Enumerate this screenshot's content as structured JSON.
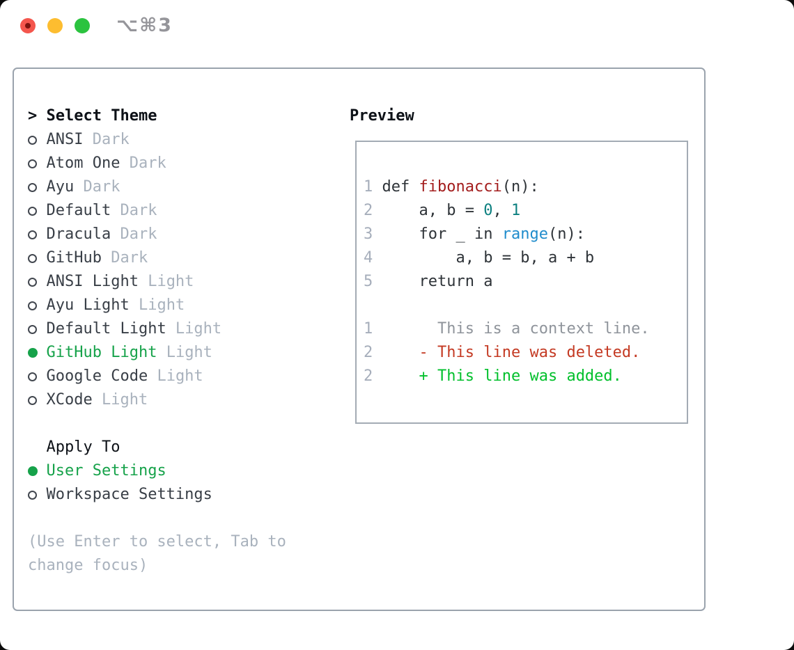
{
  "titlebar": {
    "title": "⌥⌘3"
  },
  "colors": {
    "accent_green": "#16a24a",
    "item_text": "#383e46",
    "tag_gray": "#a9b2bd",
    "hint_gray": "#a9b2bd",
    "code_text": "#2e3338",
    "function_red": "#a31d1d",
    "builtin_blue": "#1f8ccc",
    "number_teal": "#0d8080",
    "line_number": "#a6aebb",
    "context_gray": "#8f949b",
    "deleted_red": "#c43a23",
    "added_green": "#02c02c",
    "traffic_red": "#f4564d",
    "traffic_yellow": "#fdbd30",
    "traffic_green": "#2bc33f"
  },
  "theme_selector": {
    "header": "Select Theme",
    "items": [
      {
        "label": "ANSI",
        "tag": "Dark",
        "selected": false
      },
      {
        "label": "Atom One",
        "tag": "Dark",
        "selected": false
      },
      {
        "label": "Ayu",
        "tag": "Dark",
        "selected": false
      },
      {
        "label": "Default",
        "tag": "Dark",
        "selected": false
      },
      {
        "label": "Dracula",
        "tag": "Dark",
        "selected": false
      },
      {
        "label": "GitHub",
        "tag": "Dark",
        "selected": false
      },
      {
        "label": "ANSI Light",
        "tag": "Light",
        "selected": false
      },
      {
        "label": "Ayu Light",
        "tag": "Light",
        "selected": false
      },
      {
        "label": "Default Light",
        "tag": "Light",
        "selected": false
      },
      {
        "label": "GitHub Light",
        "tag": "Light",
        "selected": true
      },
      {
        "label": "Google Code",
        "tag": "Light",
        "selected": false
      },
      {
        "label": "XCode",
        "tag": "Light",
        "selected": false
      }
    ]
  },
  "apply_to": {
    "header": "Apply To",
    "items": [
      {
        "label": "User Settings",
        "selected": true
      },
      {
        "label": "Workspace Settings",
        "selected": false
      }
    ]
  },
  "hint_lines": [
    "(Use Enter to select, Tab to",
    "change focus)"
  ],
  "preview": {
    "header": "Preview",
    "lines": [
      {
        "kind": "code",
        "num": "1",
        "segments": [
          {
            "text": " def ",
            "color": "code_text"
          },
          {
            "text": "fibonacci",
            "color": "function_red"
          },
          {
            "text": "(n):",
            "color": "code_text"
          }
        ]
      },
      {
        "kind": "code",
        "num": "2",
        "segments": [
          {
            "text": "     a, b = ",
            "color": "code_text"
          },
          {
            "text": "0",
            "color": "number_teal"
          },
          {
            "text": ", ",
            "color": "code_text"
          },
          {
            "text": "1",
            "color": "number_teal"
          }
        ]
      },
      {
        "kind": "code",
        "num": "3",
        "segments": [
          {
            "text": "     for _ in ",
            "color": "code_text"
          },
          {
            "text": "range",
            "color": "builtin_blue"
          },
          {
            "text": "(n):",
            "color": "code_text"
          }
        ]
      },
      {
        "kind": "code",
        "num": "4",
        "segments": [
          {
            "text": "         a, b = b, a + b",
            "color": "code_text"
          }
        ]
      },
      {
        "kind": "code",
        "num": "5",
        "segments": [
          {
            "text": "     return a",
            "color": "code_text"
          }
        ]
      },
      {
        "kind": "blank",
        "num": "",
        "segments": []
      },
      {
        "kind": "diff-context",
        "num": "1",
        "segments": [
          {
            "text": "       This is a context line.",
            "color": "context_gray"
          }
        ]
      },
      {
        "kind": "diff-deleted",
        "num": "2",
        "segments": [
          {
            "text": "     - This line was deleted.",
            "color": "deleted_red"
          }
        ]
      },
      {
        "kind": "diff-added",
        "num": "2",
        "segments": [
          {
            "text": "     + This line was added.",
            "color": "added_green"
          }
        ]
      }
    ]
  }
}
